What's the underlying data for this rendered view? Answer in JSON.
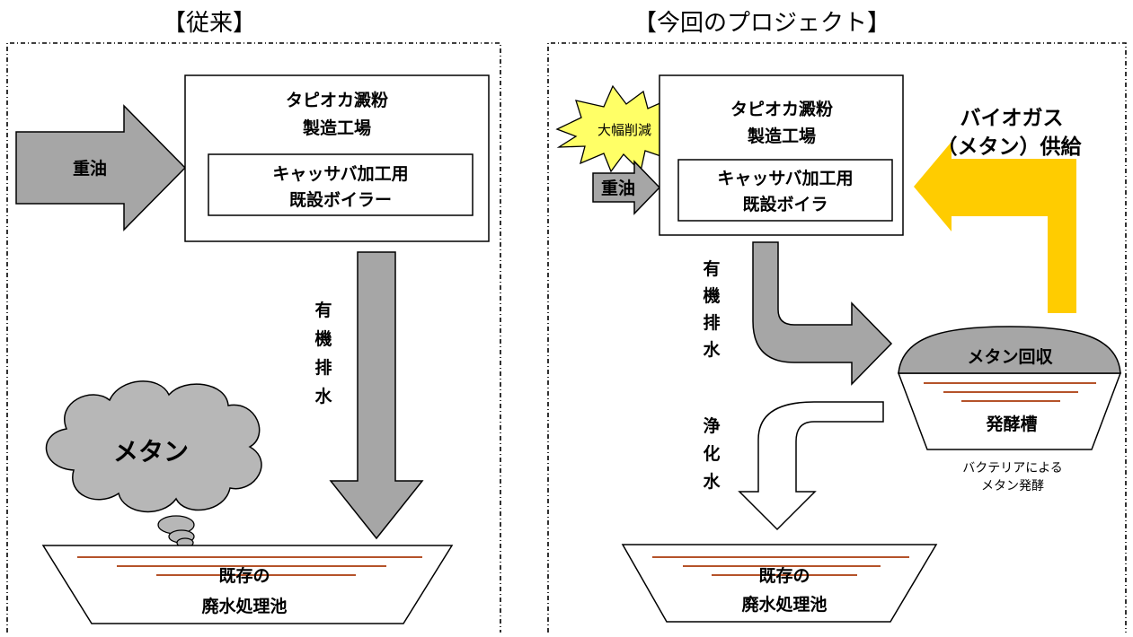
{
  "left_panel": {
    "title": "【従来】",
    "fuel": "重油",
    "factory_line1": "タピオカ澱粉",
    "factory_line2": "製造工場",
    "boiler_line1": "キャッサバ加工用",
    "boiler_line2": "既設ボイラー",
    "wastewater": [
      "有",
      "機",
      "排",
      "水"
    ],
    "methane": "メタン",
    "pond_line1": "既存の",
    "pond_line2": "廃水処理池"
  },
  "right_panel": {
    "title": "【今回のプロジェクト】",
    "burst": "大幅削減",
    "fuel": "重油",
    "factory_line1": "タピオカ澱粉",
    "factory_line2": "製造工場",
    "boiler_line1": "キャッサバ加工用",
    "boiler_line2": "既設ボイラ",
    "biogas_line1": "バイオガス",
    "biogas_line2": "（メタン）供給",
    "wastewater": [
      "有",
      "機",
      "排",
      "水"
    ],
    "methane_recovery": "メタン回収",
    "fermenter": "発酵槽",
    "bacteria_line1": "バクテリアによる",
    "bacteria_line2": "メタン発酵",
    "purified": [
      "浄",
      "化",
      "水"
    ],
    "pond_line1": "既存の",
    "pond_line2": "廃水処理池"
  },
  "colors": {
    "arrow_gray": "#a6a6a6",
    "biogas_yellow": "#ffcc00",
    "burst_yellow": "#ffff66",
    "cloud_gray": "#b7b7b7",
    "dome_gray": "#a6a6a6",
    "water_line": "#b5532a"
  }
}
